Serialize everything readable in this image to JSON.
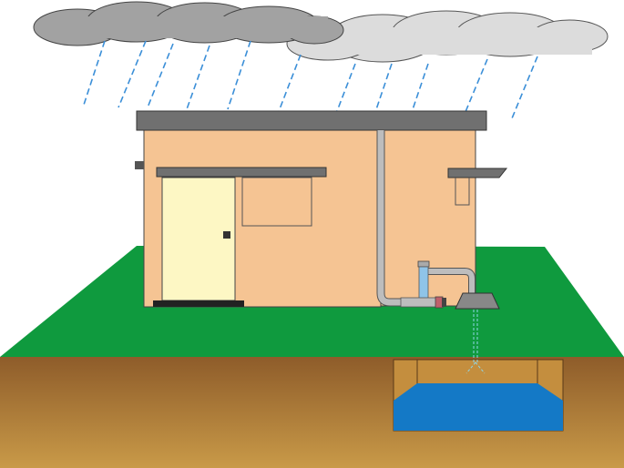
{
  "colors": {
    "sky": "#ffffff",
    "grass": "#0f9a3e",
    "soil_top": "#8e5c2a",
    "soil_bottom": "#c99a48",
    "house_wall": "#f5c493",
    "door": "#fdf7c4",
    "roof": "#707070",
    "pipe": "#b5b5b5",
    "filter": "#8fc4e8",
    "water": "#1479c6",
    "rain": "#3b8fd8",
    "cloud_dark": "#a2a2a2",
    "cloud_light": "#dcdcdc"
  },
  "icons": [
    "rain-cloud",
    "house",
    "downpipe",
    "filter",
    "recharge-pit",
    "underground-tank"
  ]
}
